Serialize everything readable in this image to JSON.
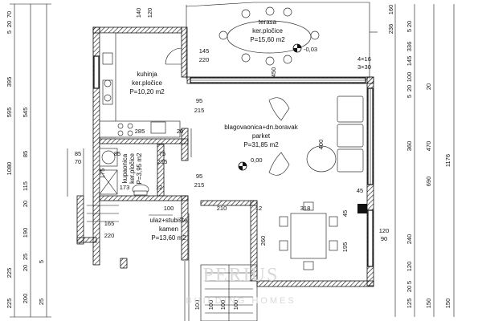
{
  "rooms": {
    "terasa": {
      "name": "terasa",
      "floor": "ker.pločice",
      "area": "P=15,60 m2"
    },
    "kuhinja": {
      "name": "kuhinja",
      "floor": "ker.pločice",
      "area": "P=10,20 m2"
    },
    "boravak": {
      "name": "blagovaonica+dn.boravak",
      "floor": "parket",
      "area": "P=31,85 m2"
    },
    "kupaonica": {
      "name": "kupaonica",
      "floor": "ker.pločice",
      "area": "P=3,95 m2"
    },
    "ulaz": {
      "name": "ulaz+stubište",
      "floor": "kamen",
      "area": "P=13,60 m2"
    }
  },
  "levels": {
    "terrace": "-0,03",
    "living": "0,00"
  },
  "window_note": {
    "line1": "4×16",
    "line2": "3×30"
  },
  "dims": {
    "left_outer": [
      "70",
      "20",
      "5",
      "395",
      "545",
      "595",
      "85",
      "1080",
      "115",
      "20",
      "190",
      "25",
      "20",
      "5",
      "225",
      "200",
      "25",
      "225"
    ],
    "left_inner": [
      "85",
      "70",
      "85",
      "75",
      "215"
    ],
    "top": [
      "140",
      "120"
    ],
    "right_outer": [
      "160",
      "236",
      "20",
      "5",
      "336",
      "145",
      "100",
      "20",
      "5",
      "20",
      "360",
      "470",
      "1176",
      "690",
      "240",
      "120",
      "5",
      "20",
      "125",
      "150",
      "150"
    ],
    "interior": [
      "145",
      "220",
      "450",
      "95",
      "215",
      "285",
      "20",
      "400",
      "45",
      "95",
      "215",
      "12",
      "173",
      "175",
      "210",
      "12",
      "318",
      "45",
      "260",
      "195",
      "165",
      "220",
      "100",
      "120",
      "90",
      "100",
      "100",
      "100",
      "100"
    ]
  },
  "watermark": {
    "line1": "PERIUS",
    "line2": "BUILDING HOMES"
  }
}
